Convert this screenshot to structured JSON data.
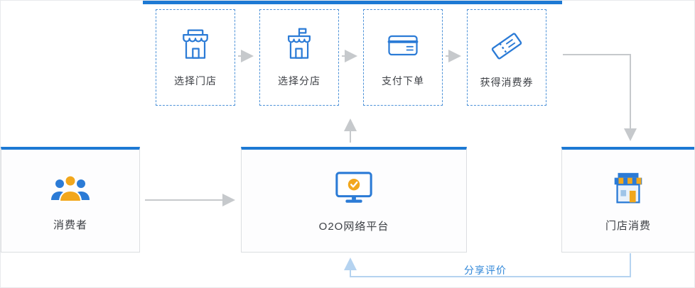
{
  "colors": {
    "accent": "#1d79d4",
    "arrow": "#c6c9cc",
    "feedback_arrow": "#b5d3f0",
    "dashed_border": "#4d92d8",
    "icon_blue": "#2b7bd6",
    "icon_yellow": "#f2a71c"
  },
  "steps": [
    {
      "label": "选择门店",
      "icon": "storefront-outline-icon"
    },
    {
      "label": "选择分店",
      "icon": "branch-store-icon"
    },
    {
      "label": "支付下单",
      "icon": "credit-card-icon"
    },
    {
      "label": "获得消费券",
      "icon": "coupon-icon"
    }
  ],
  "consumer": {
    "label": "消费者",
    "icon": "people-group-icon"
  },
  "platform": {
    "label": "O2O网络平台",
    "icon": "monitor-check-icon"
  },
  "store": {
    "label": "门店消费",
    "icon": "storefront-color-icon"
  },
  "feedback": {
    "label": "分享评价"
  }
}
